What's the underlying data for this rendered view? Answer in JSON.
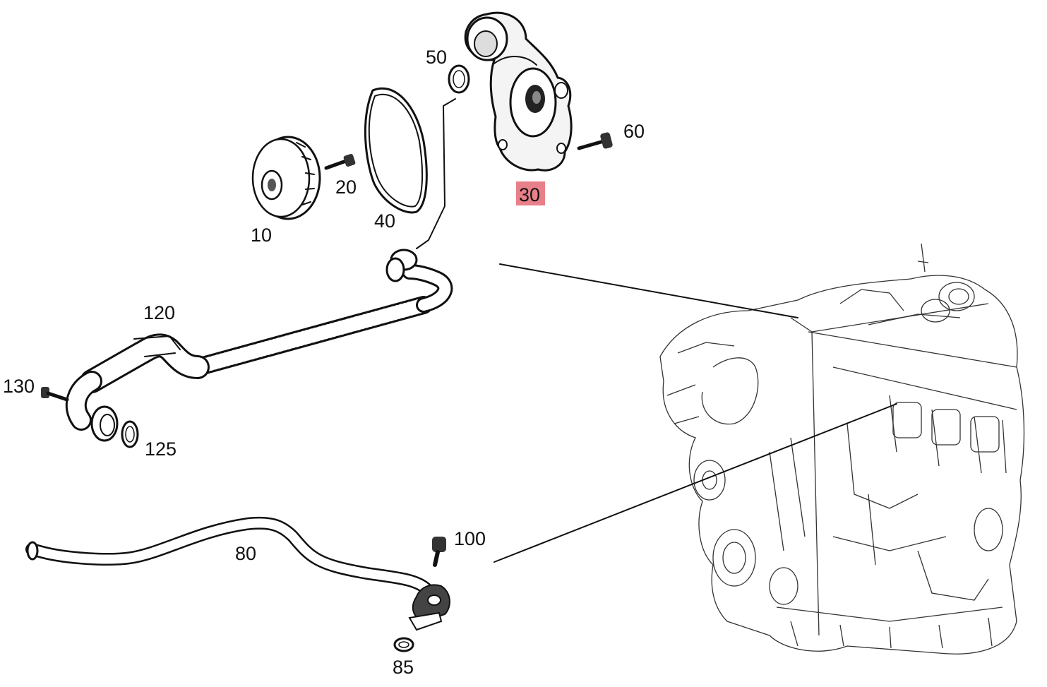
{
  "diagram": {
    "highlight_color": "#e8808a",
    "parts": [
      {
        "id": "10",
        "label": "10"
      },
      {
        "id": "20",
        "label": "20"
      },
      {
        "id": "30",
        "label": "30",
        "highlighted": true
      },
      {
        "id": "40",
        "label": "40"
      },
      {
        "id": "50",
        "label": "50"
      },
      {
        "id": "60",
        "label": "60"
      },
      {
        "id": "80",
        "label": "80"
      },
      {
        "id": "85",
        "label": "85"
      },
      {
        "id": "100",
        "label": "100"
      },
      {
        "id": "120",
        "label": "120"
      },
      {
        "id": "125",
        "label": "125"
      },
      {
        "id": "130",
        "label": "130"
      }
    ]
  }
}
